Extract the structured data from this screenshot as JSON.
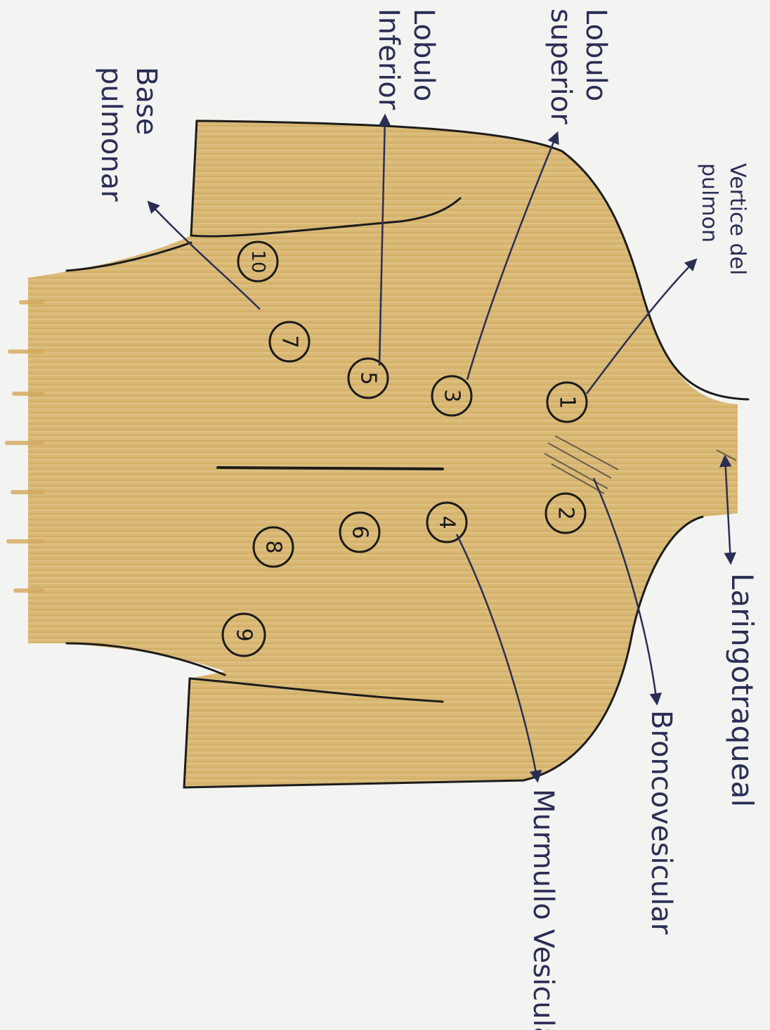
{
  "colors": {
    "paper": "#f3f3f1",
    "skin": "#d9b874",
    "skin_shadow": "#c9a356",
    "outline": "#1c1c1c",
    "ink": "#2a2e55"
  },
  "labels": {
    "base": [
      "Base",
      "pulmonar"
    ],
    "lobulo_inferior": [
      "Lobulo",
      "Inferior"
    ],
    "lobulo_superior": [
      "Lobulo",
      "superior"
    ],
    "vertice": [
      "Vertice del",
      "pulmon"
    ],
    "laringotraqueal": "Laringotraqueal",
    "broncovesicular": "Broncovesicular",
    "murmullo": "Murmullo Vesicular"
  },
  "points": [
    "1",
    "2",
    "3",
    "4",
    "5",
    "6",
    "7",
    "8",
    "9",
    "10"
  ]
}
